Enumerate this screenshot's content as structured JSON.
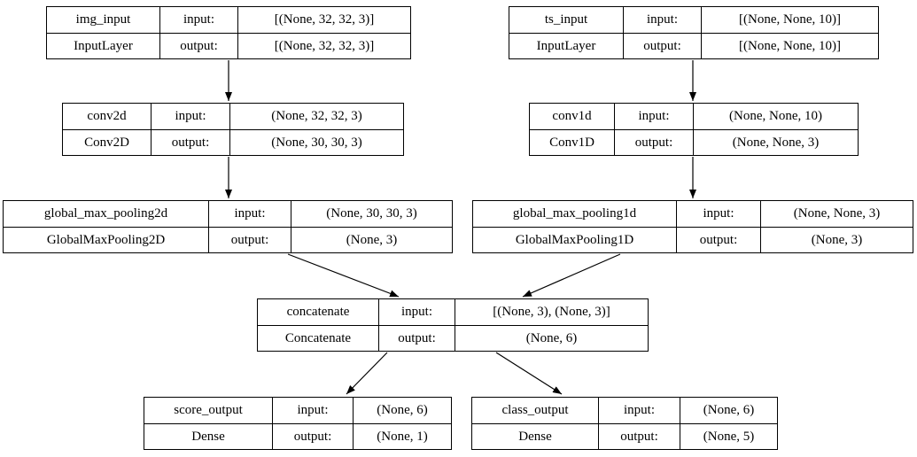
{
  "labels": {
    "input": "input:",
    "output": "output:"
  },
  "diagram": {
    "kind": "keras-model-architecture",
    "nodes": [
      {
        "name": "img_input",
        "layer_type": "InputLayer",
        "input_shape": "[(None, 32, 32, 3)]",
        "output_shape": "[(None, 32, 32, 3)]"
      },
      {
        "name": "ts_input",
        "layer_type": "InputLayer",
        "input_shape": "[(None, None, 10)]",
        "output_shape": "[(None, None, 10)]"
      },
      {
        "name": "conv2d",
        "layer_type": "Conv2D",
        "input_shape": "(None, 32, 32, 3)",
        "output_shape": "(None, 30, 30, 3)"
      },
      {
        "name": "conv1d",
        "layer_type": "Conv1D",
        "input_shape": "(None, None, 10)",
        "output_shape": "(None, None, 3)"
      },
      {
        "name": "global_max_pooling2d",
        "layer_type": "GlobalMaxPooling2D",
        "input_shape": "(None, 30, 30, 3)",
        "output_shape": "(None, 3)"
      },
      {
        "name": "global_max_pooling1d",
        "layer_type": "GlobalMaxPooling1D",
        "input_shape": "(None, None, 3)",
        "output_shape": "(None, 3)"
      },
      {
        "name": "concatenate",
        "layer_type": "Concatenate",
        "input_shape": "[(None, 3), (None, 3)]",
        "output_shape": "(None, 6)"
      },
      {
        "name": "score_output",
        "layer_type": "Dense",
        "input_shape": "(None, 6)",
        "output_shape": "(None, 1)"
      },
      {
        "name": "class_output",
        "layer_type": "Dense",
        "input_shape": "(None, 6)",
        "output_shape": "(None, 5)"
      }
    ],
    "edges": [
      {
        "from": "img_input",
        "to": "conv2d"
      },
      {
        "from": "ts_input",
        "to": "conv1d"
      },
      {
        "from": "conv2d",
        "to": "global_max_pooling2d"
      },
      {
        "from": "conv1d",
        "to": "global_max_pooling1d"
      },
      {
        "from": "global_max_pooling2d",
        "to": "concatenate"
      },
      {
        "from": "global_max_pooling1d",
        "to": "concatenate"
      },
      {
        "from": "concatenate",
        "to": "score_output"
      },
      {
        "from": "concatenate",
        "to": "class_output"
      }
    ]
  }
}
